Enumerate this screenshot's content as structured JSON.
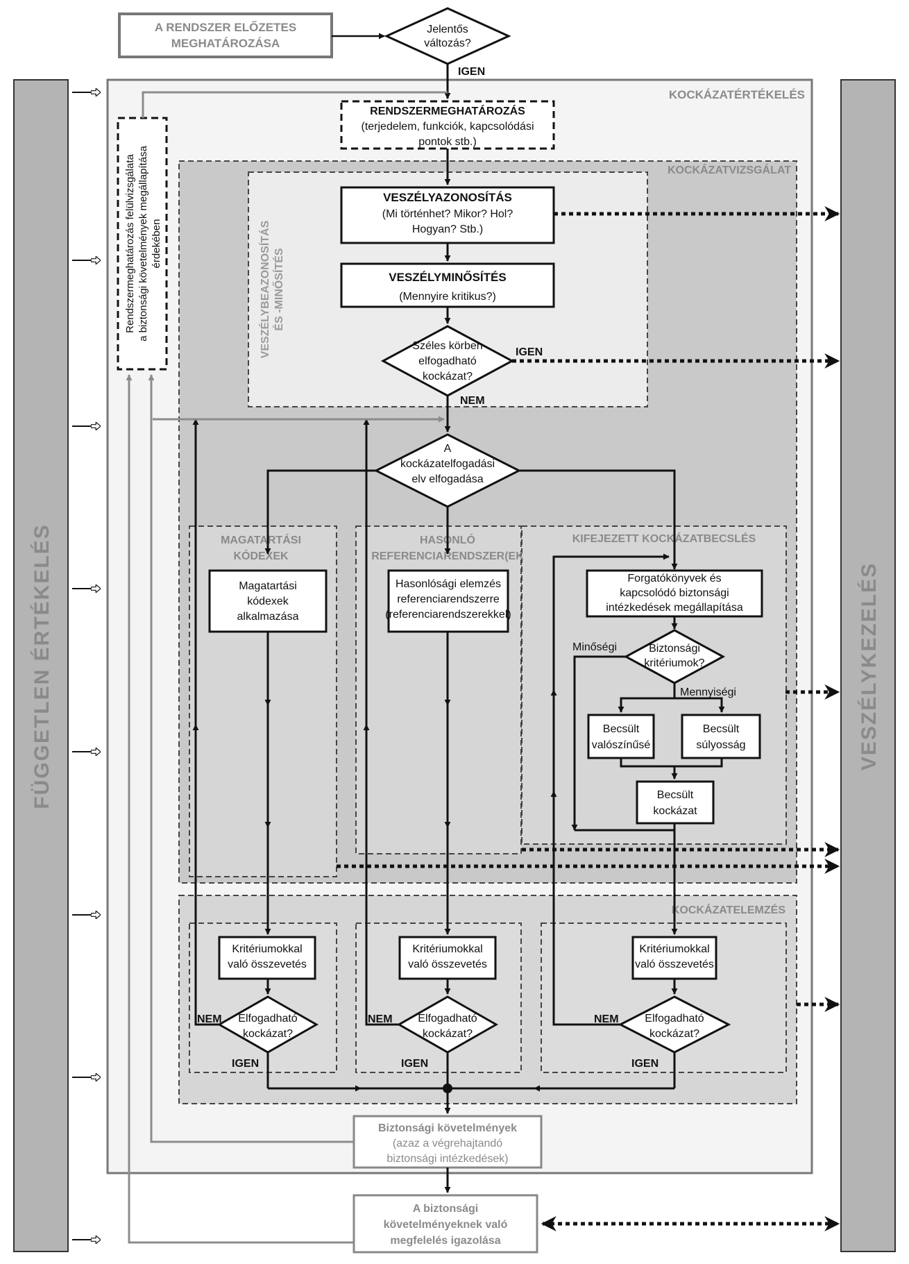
{
  "top": {
    "predefinition": [
      "A RENDSZER ELŐZETES",
      "MEGHATÁROZÁSA"
    ],
    "significant_change": [
      "Jelentős",
      "változás?"
    ],
    "yes": "IGEN"
  },
  "side": {
    "independent_assessment": "FÜGGETLEN ÉRTÉKELÉS",
    "hazard_management": "VESZÉLYKEZELÉS"
  },
  "regions": {
    "risk_assessment": "KOCKÁZATÉRTÉKELÉS",
    "risk_analysis": "KOCKÁZATVIZSGÁLAT",
    "hazard_id_classification": [
      "VESZÉLYBEAZONOSÍTÁS",
      "ÉS -MINŐSÍTÉS"
    ],
    "risk_evaluation": "KOCKÁZATELEMZÉS"
  },
  "review_box": [
    "Rendszermeghatározás felülvizsgálata",
    "a biztonsági követelmények megállapítása",
    "érdekében"
  ],
  "system_definition": [
    "RENDSZERMEGHATÁROZÁS",
    "(terjedelem, funkciók, kapcsolódási",
    "pontok stb.)"
  ],
  "hazard_identification": [
    "VESZÉLYAZONOSÍTÁS",
    "(Mi történhet? Mikor? Hol?",
    "Hogyan? Stb.)"
  ],
  "hazard_classification": [
    "VESZÉLYMINŐSÍTÉS",
    "(Mennyire kritikus?)"
  ],
  "broadly_acceptable": [
    "Széles körben",
    "elfogadható",
    "kockázat?"
  ],
  "broadly_yes": "IGEN",
  "broadly_no": "NEM",
  "principle": [
    "A",
    "kockázatelfogadási",
    "elv elfogadása"
  ],
  "columns": {
    "codes": {
      "title": [
        "MAGATARTÁSI",
        "KÓDEXEK"
      ],
      "box": [
        "Magatartási",
        "kódexek",
        "alkalmazása"
      ]
    },
    "reference": {
      "title": [
        "HASONLÓ",
        "REFERENCIARENDSZER(EK"
      ],
      "box": [
        "Hasonlósági elemzés",
        "referenciarendszerre",
        "(referenciarendszerekkel)"
      ]
    },
    "explicit": {
      "title": "KIFEJEZETT KOCKÁZATBECSLÉS",
      "scenarios": [
        "Forgatókönyvek és",
        "kapcsolódó biztonsági",
        "intézkedések megállapítása"
      ],
      "criteria": [
        "Biztonsági",
        "kritériumok?"
      ],
      "qualitative": "Minőségi",
      "quantitative": "Mennyiségi",
      "probability": [
        "Becsült",
        "valószínűsé"
      ],
      "severity": [
        "Becsült",
        "súlyosság"
      ],
      "risk": [
        "Becsült",
        "kockázat"
      ]
    }
  },
  "evaluation": {
    "compare": [
      "Kritériumokkal",
      "való összevetés"
    ],
    "acceptable": [
      "Elfogadható",
      "kockázat?"
    ],
    "no": "NEM",
    "yes": "IGEN"
  },
  "safety_requirements": [
    "Biztonsági követelmények",
    "(azaz a végrehajtandó",
    "biztonsági intézkedések)"
  ],
  "compliance": [
    "A biztonsági",
    "követelményeknek való",
    "megfelelés igazolása"
  ],
  "colors": {
    "side_bar": "#b4b4b4",
    "outer_panel": "#f4f4f4",
    "risk_analysis_fill": "#c9c9c9",
    "hazard_id_fill": "#ececec",
    "column_fill": "#d6d6d6",
    "gray_label": "#8a8a8a",
    "gray_line": "#8c8c8c",
    "stroke": "#111111"
  }
}
